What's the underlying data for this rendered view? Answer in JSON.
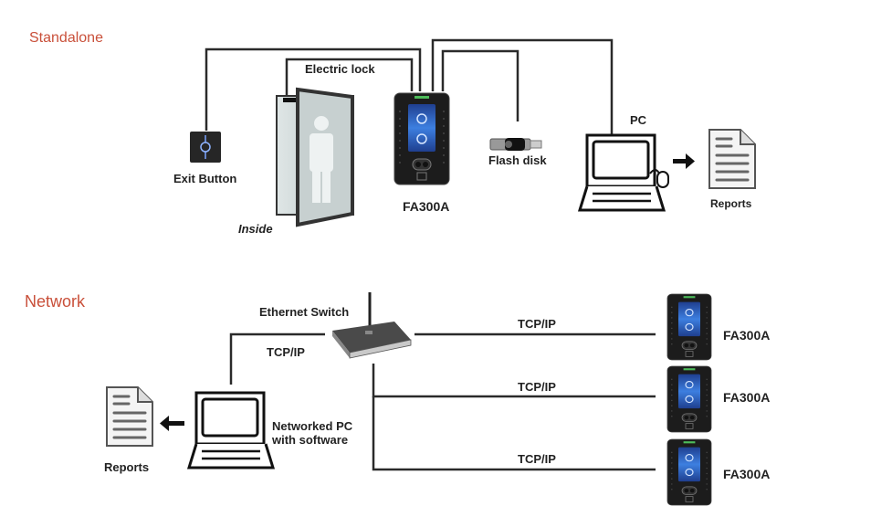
{
  "standalone": {
    "title": "Standalone",
    "labels": {
      "electric_lock": "Electric lock",
      "exit_button": "Exit Button",
      "inside": "Inside",
      "device": "FA300A",
      "flash_disk": "Flash disk",
      "pc": "PC",
      "reports": "Reports"
    }
  },
  "network": {
    "title": "Network",
    "labels": {
      "switch": "Ethernet Switch",
      "pc_link": "TCP/IP",
      "pc": "Networked PC\nwith software",
      "pc_line1": "Networked PC",
      "pc_line2": "with software",
      "reports": "Reports"
    },
    "devices": [
      {
        "name": "FA300A",
        "link": "TCP/IP"
      },
      {
        "name": "FA300A",
        "link": "TCP/IP"
      },
      {
        "name": "FA300A",
        "link": "TCP/IP"
      }
    ]
  },
  "colors": {
    "title": "#c9503a",
    "wire": "#2a2a2a",
    "device_body": "#1c1c1c",
    "screen": "#2e63c9"
  }
}
